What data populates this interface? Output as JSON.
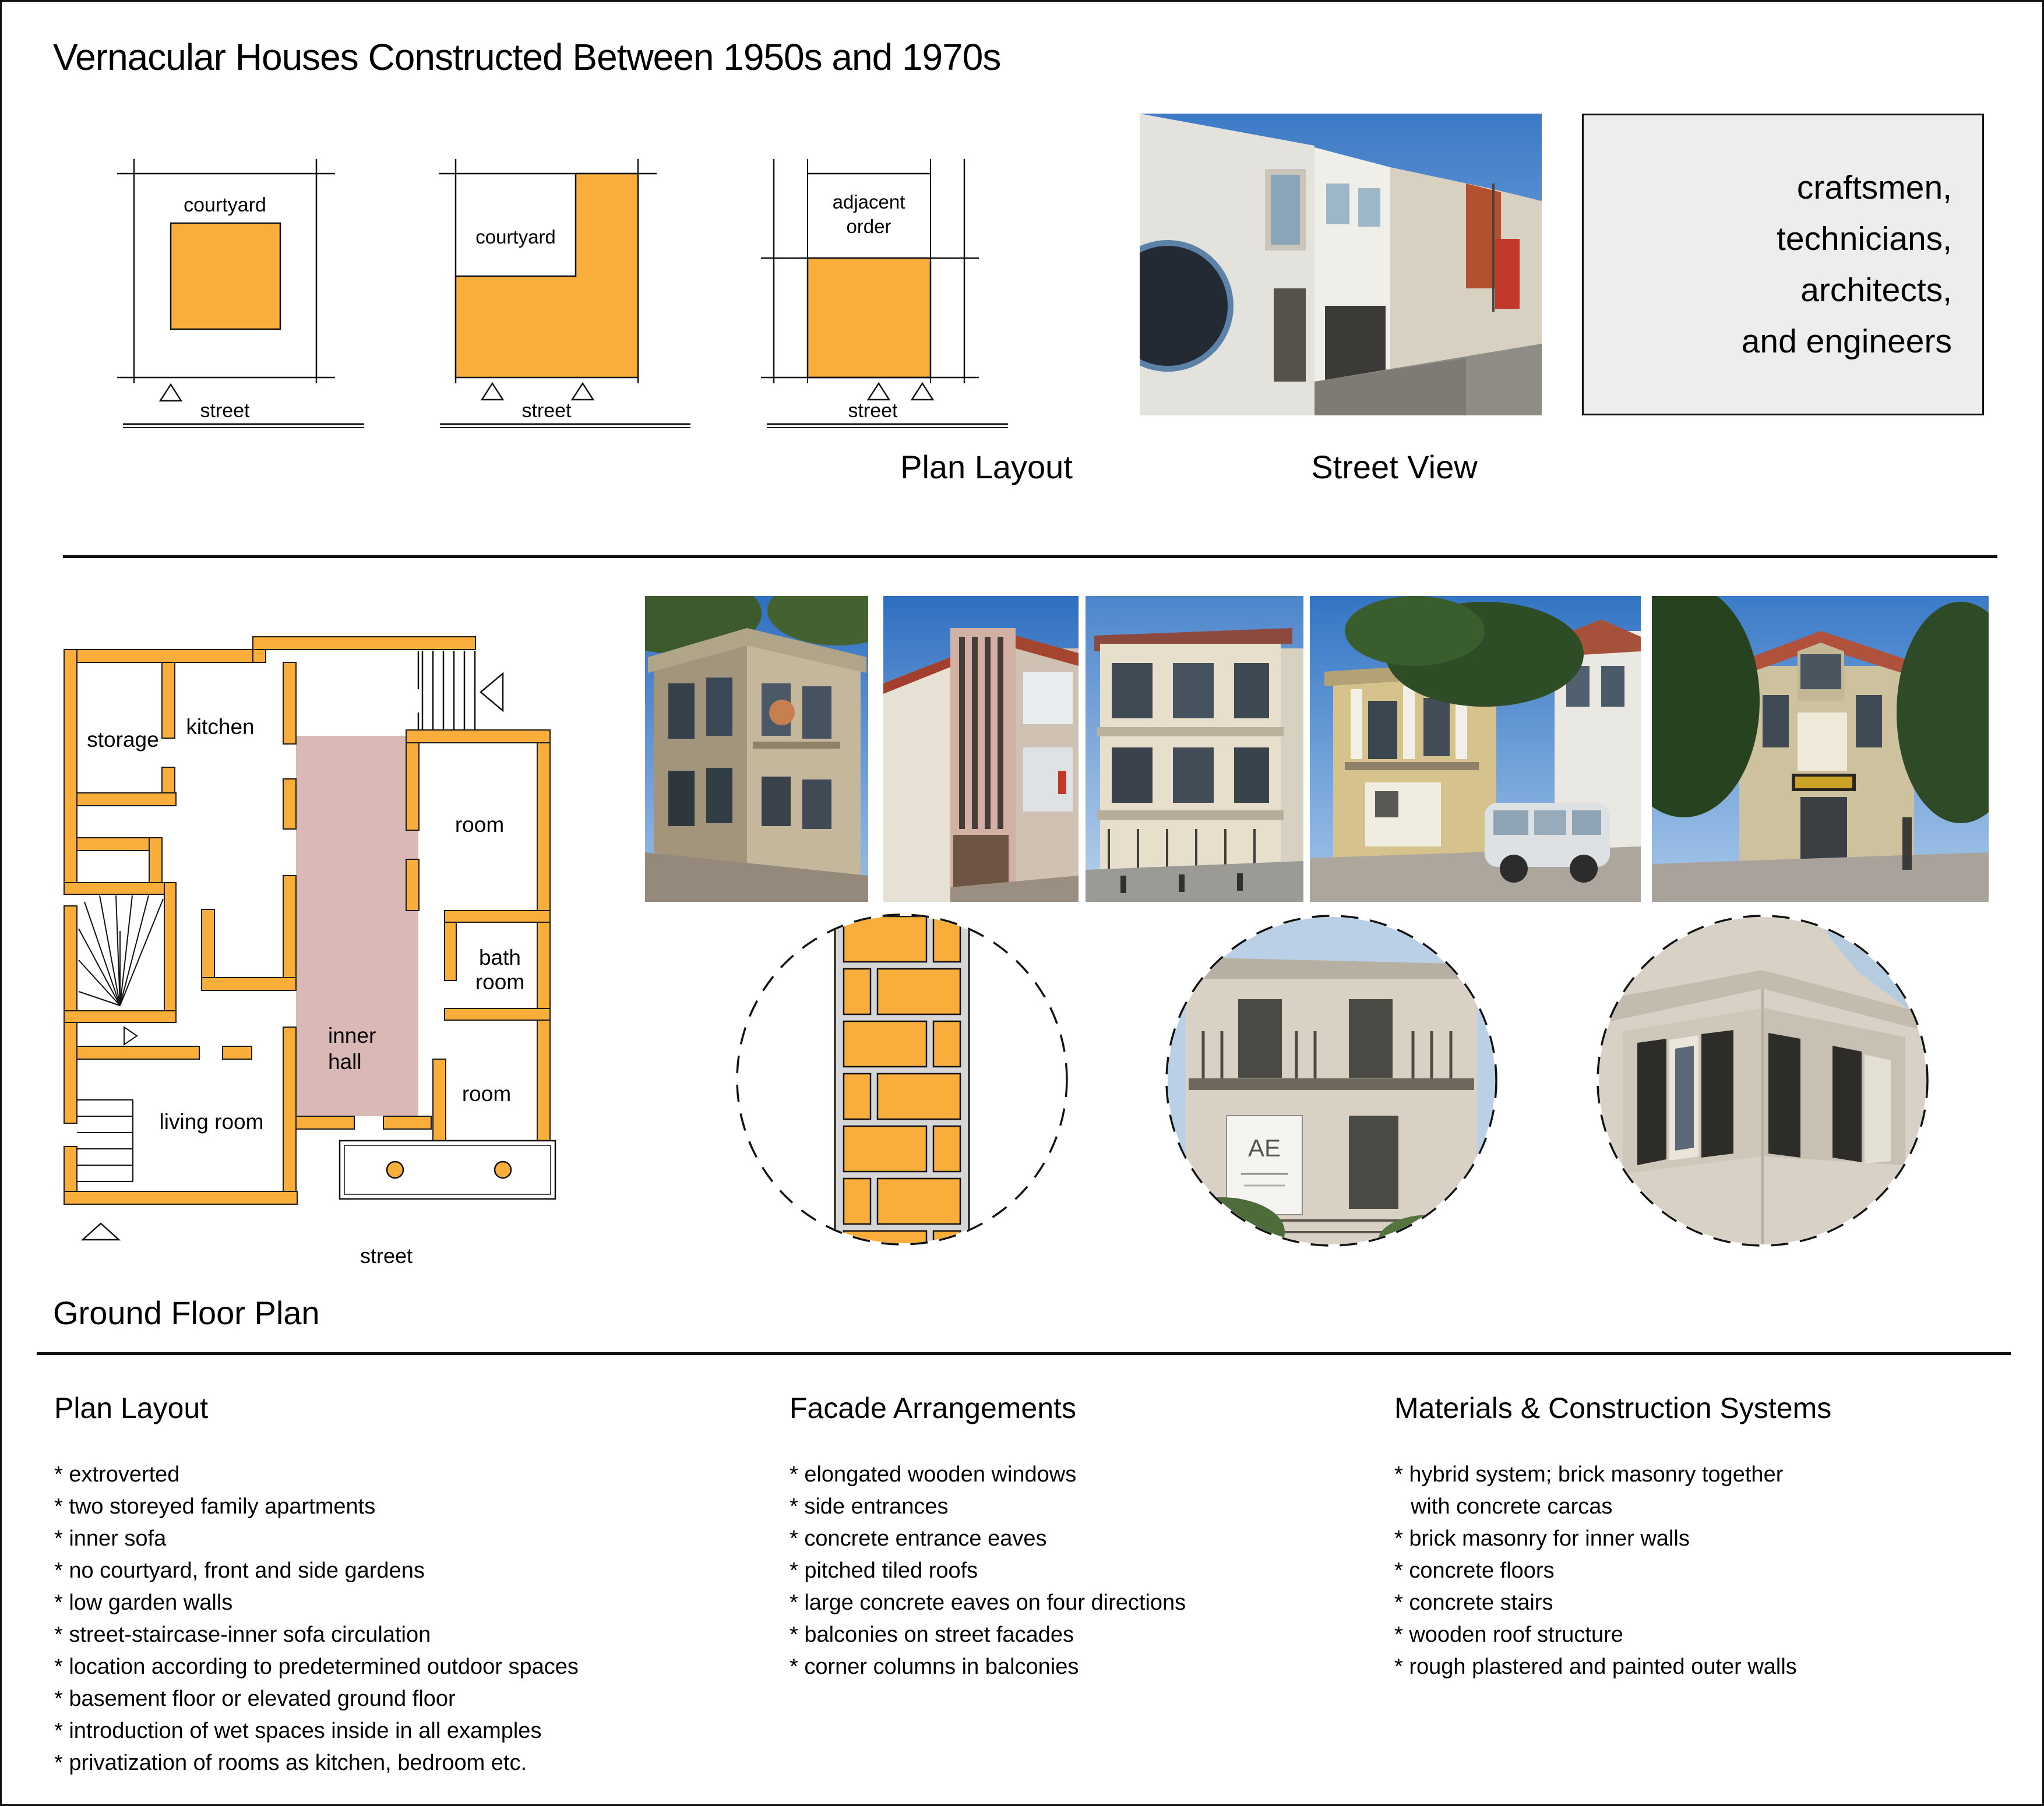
{
  "title": "Vernacular Houses Constructed Between 1950s and 1970s",
  "top": {
    "diagrams": [
      {
        "label": "courtyard",
        "street_label": "street"
      },
      {
        "label": "courtyard",
        "street_label": "street"
      },
      {
        "label_line1": "adjacent",
        "label_line2": "order",
        "street_label": "street"
      }
    ],
    "plan_layout_caption": "Plan Layout",
    "street_view_caption": "Street View",
    "builders_box": {
      "lines": [
        "craftsmen,",
        "technicians,",
        "architects,",
        "and engineers"
      ]
    }
  },
  "floor_plan": {
    "caption": "Ground Floor Plan",
    "street_label": "street",
    "rooms": {
      "storage": "storage",
      "kitchen": "kitchen",
      "inner_line1": "inner",
      "inner_line2": "hall",
      "room_top": "room",
      "bath_line1": "bath",
      "bath_line2": "room",
      "room_bottom": "room",
      "living": "living room"
    }
  },
  "details": {
    "sign_text": "AE"
  },
  "columns": [
    {
      "heading": "Plan Layout",
      "items": [
        "* extroverted",
        "* two storeyed family apartments",
        "* inner sofa",
        "* no courtyard, front and side gardens",
        "* low garden walls",
        "* street-staircase-inner sofa circulation",
        "* location according to predetermined outdoor spaces",
        "* basement floor or elevated ground floor",
        "* introduction of wet spaces inside in all examples",
        "* privatization of rooms as kitchen, bedroom etc."
      ]
    },
    {
      "heading": "Facade Arrangements",
      "items": [
        "* elongated wooden windows",
        "* side entrances",
        "* concrete entrance eaves",
        "* pitched tiled roofs",
        "* large concrete eaves on four directions",
        "* balconies on street facades",
        "* corner columns in balconies"
      ]
    },
    {
      "heading": "Materials & Construction Systems",
      "items": [
        "* hybrid system; brick masonry together",
        "with concrete carcas",
        "* brick masonry for inner walls",
        "* concrete floors",
        "* concrete stairs",
        "* wooden roof structure",
        "* rough plastered and painted outer walls"
      ]
    }
  ],
  "colors": {
    "accent_orange": "#F9AE3C",
    "hall_pink": "#D9B8B6",
    "builders_box_gray": "#EDEDED",
    "mortar_gray": "#D6D6D6",
    "line_black": "#111111"
  }
}
